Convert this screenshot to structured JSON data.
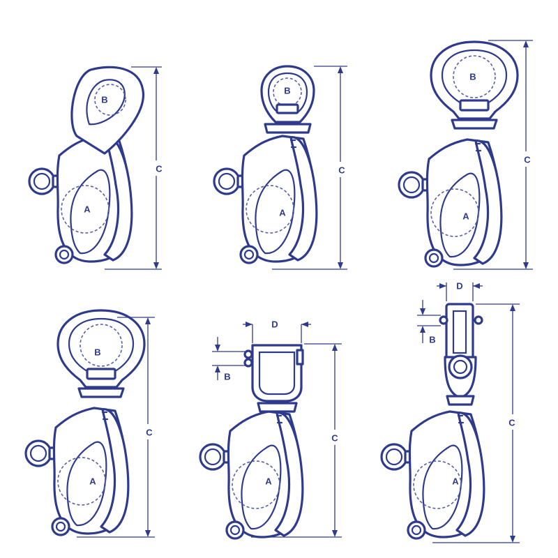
{
  "colors": {
    "outline": "#2e3a8c",
    "dashed": "#5560a8",
    "background": "#ffffff"
  },
  "labels": {
    "A": "A",
    "B": "B",
    "C": "C",
    "D": "D"
  },
  "variants": [
    {
      "id": "v1",
      "head": "fixed-eye"
    },
    {
      "id": "v2",
      "head": "small-swivel-eye"
    },
    {
      "id": "v3",
      "head": "large-swivel-eye"
    },
    {
      "id": "v4",
      "head": "large-swivel-eye"
    },
    {
      "id": "v5",
      "head": "swivel-jaw"
    },
    {
      "id": "v6",
      "head": "jaw-with-swivel-eye"
    }
  ]
}
